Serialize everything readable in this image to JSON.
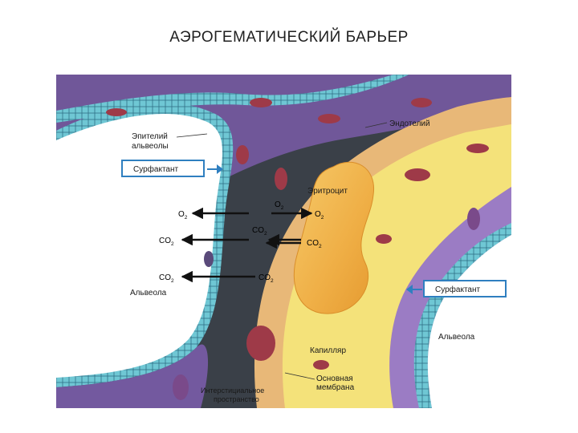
{
  "title": "АЭРОГЕМАТИЧЕСКИЙ БАРЬЕР",
  "labels": {
    "alveolar_epithelium_line1": "Эпителий",
    "alveolar_epithelium_line2": "альвеолы",
    "surfactant_left": "Сурфактант",
    "surfactant_right": "Сурфактант",
    "endothelium": "Эндотелий",
    "erythrocyte": "Эритроцит",
    "alveolus_left": "Альвеола",
    "alveolus_right": "Альвеола",
    "capillary": "Капилляр",
    "basement_membrane_line1": "Основная",
    "basement_membrane_line2": "мембрана",
    "interstitial_line1": "Интерстициальное",
    "interstitial_line2": "пространство"
  },
  "gases": {
    "o2": "O",
    "co2": "CO",
    "sub2": "2"
  },
  "colors": {
    "alveolus_air": "#ffffff",
    "epithelium_cells": "#6fc7d4",
    "interstitium": "#3a4048",
    "epithelial_purple": "#7a5ca8",
    "plasma": "#f4e27a",
    "endothelial_layer": "#e8b878",
    "erythrocyte": "#f0b64e",
    "nucleus": "#9e3a48",
    "surfactant_box": "#2f7fc0",
    "arrow": "#111111"
  }
}
